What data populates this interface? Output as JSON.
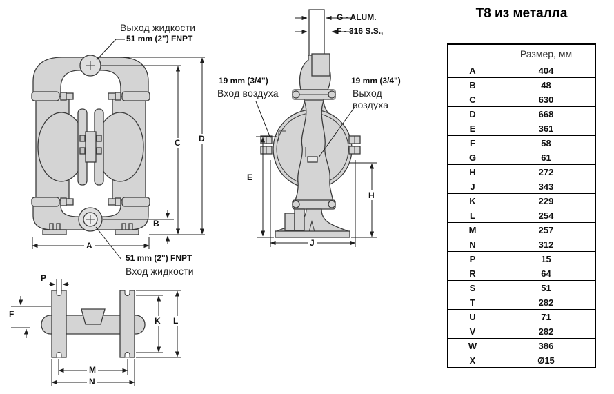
{
  "title": "Т8 из металла",
  "table": {
    "header": "Размер, мм",
    "rows": [
      [
        "A",
        "404"
      ],
      [
        "B",
        "48"
      ],
      [
        "C",
        "630"
      ],
      [
        "D",
        "668"
      ],
      [
        "E",
        "361"
      ],
      [
        "F",
        "58"
      ],
      [
        "G",
        "61"
      ],
      [
        "H",
        "272"
      ],
      [
        "J",
        "343"
      ],
      [
        "K",
        "229"
      ],
      [
        "L",
        "254"
      ],
      [
        "M",
        "257"
      ],
      [
        "N",
        "312"
      ],
      [
        "P",
        "15"
      ],
      [
        "R",
        "64"
      ],
      [
        "S",
        "51"
      ],
      [
        "T",
        "282"
      ],
      [
        "U",
        "71"
      ],
      [
        "V",
        "282"
      ],
      [
        "W",
        "386"
      ],
      [
        "X",
        "Ø15"
      ]
    ]
  },
  "labels": {
    "fluid_outlet_l1": "Выход жидкости",
    "fluid_outlet_l2": "51 mm (2\") FNPT",
    "fluid_inlet_l1": "51 mm (2\") FNPT",
    "fluid_inlet_l2": "Вход жидкости",
    "air_inlet_size": "19 mm (3/4\")",
    "air_inlet_name": "Вход воздуха",
    "air_outlet_size": "19 mm (3/4\")",
    "air_outlet_l1": "Выход",
    "air_outlet_l2": "воздуха",
    "g_note": "G - ALUM.",
    "f_note": "F - 316 S.S.,"
  },
  "dims": {
    "a": "A",
    "b": "B",
    "c": "C",
    "d": "D",
    "e": "E",
    "f": "F",
    "h": "H",
    "j": "J",
    "k": "K",
    "l": "L",
    "m": "M",
    "n": "N",
    "p": "P"
  },
  "colors": {
    "body_fill": "#d4d4d4",
    "outline": "#3b3b3b",
    "dim_line": "#1d1d1d"
  }
}
